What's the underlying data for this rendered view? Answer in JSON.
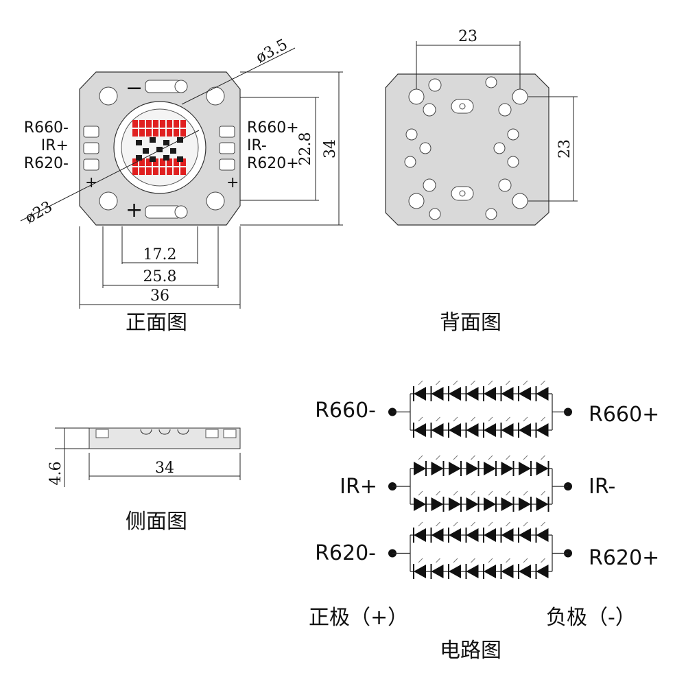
{
  "front": {
    "caption": "正面图",
    "dim_hole": "ø3.5",
    "dim_circle": "ø23",
    "dim_17": "17.2",
    "dim_258": "25.8",
    "dim_36": "36",
    "dim_228": "22.8",
    "dim_34": "34",
    "pad_left": [
      "R660-",
      "IR+",
      "R620-"
    ],
    "pad_right": [
      "R660+",
      "IR-",
      "R620+"
    ],
    "minus_mark": "−",
    "plus_mark": "+"
  },
  "back": {
    "caption": "背面图",
    "dim_top": "23",
    "dim_right": "23"
  },
  "side": {
    "caption": "侧面图",
    "dim_height": "4.6",
    "dim_width": "34"
  },
  "circuit": {
    "caption": "电路图",
    "rows": [
      {
        "left": "R660-",
        "right": "R660+"
      },
      {
        "left": "IR+",
        "right": "IR-"
      },
      {
        "left": "R620-",
        "right": "R620+"
      }
    ],
    "positive": "正极（+）",
    "negative": "负极（-）"
  },
  "colors": {
    "red_led": "#e02020",
    "plate": "#d9d9d9",
    "line": "#222222"
  }
}
